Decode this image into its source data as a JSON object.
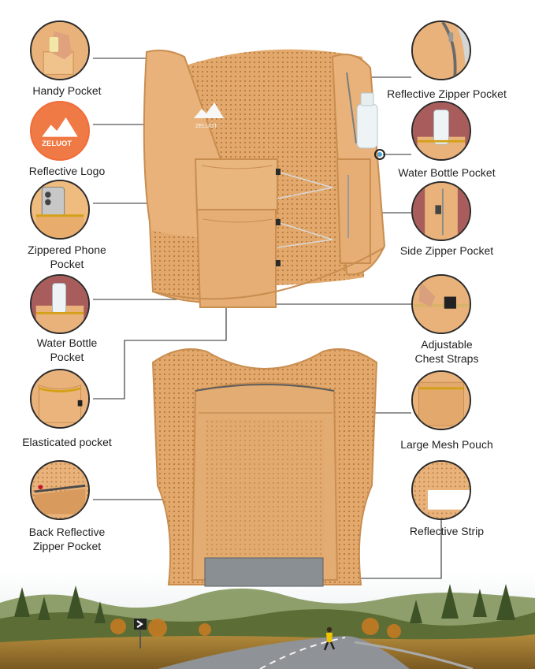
{
  "colors": {
    "vest": "#e8b27a",
    "vest_dark": "#c98d50",
    "accent_blue": "#4aa3df",
    "outline": "#2b2b2b"
  },
  "vest_logo": {
    "brand": "ZELUOT"
  },
  "features_left": [
    {
      "id": "handy-pocket",
      "lines": [
        "Handy Pocket"
      ],
      "icon": "hand-pocket-icon"
    },
    {
      "id": "reflective-logo",
      "lines": [
        "Reflective Logo"
      ],
      "icon": "mountain-logo-icon"
    },
    {
      "id": "zippered-phone-pocket",
      "lines": [
        "Zippered Phone",
        "Pocket"
      ],
      "icon": "phone-icon"
    },
    {
      "id": "water-bottle-pocket-left",
      "lines": [
        "Water Bottle",
        "Pocket"
      ],
      "icon": "bottle-icon"
    },
    {
      "id": "elasticated-pocket",
      "lines": [
        "Elasticated pocket"
      ],
      "icon": "elastic-pocket-icon"
    },
    {
      "id": "back-reflective-zipper-pocket",
      "lines": [
        "Back Reflective",
        "Zipper Pocket"
      ],
      "icon": "zipper-icon"
    }
  ],
  "features_right": [
    {
      "id": "reflective-zipper-pocket",
      "lines": [
        "Reflective Zipper Pocket"
      ],
      "icon": "zipper-icon"
    },
    {
      "id": "water-bottle-pocket-right",
      "lines": [
        "Water Bottle Pocket"
      ],
      "icon": "bottle-icon"
    },
    {
      "id": "side-zipper-pocket",
      "lines": [
        "Side Zipper Pocket"
      ],
      "icon": "zipper-icon"
    },
    {
      "id": "adjustable-chest-straps",
      "lines": [
        "Adjustable",
        "Chest Straps"
      ],
      "icon": "buckle-icon"
    },
    {
      "id": "large-mesh-pouch",
      "lines": [
        "Large Mesh Pouch"
      ],
      "icon": "mesh-icon"
    },
    {
      "id": "reflective-strip",
      "lines": [
        "Reflective Strip"
      ],
      "icon": "reflective-strip-icon"
    }
  ]
}
